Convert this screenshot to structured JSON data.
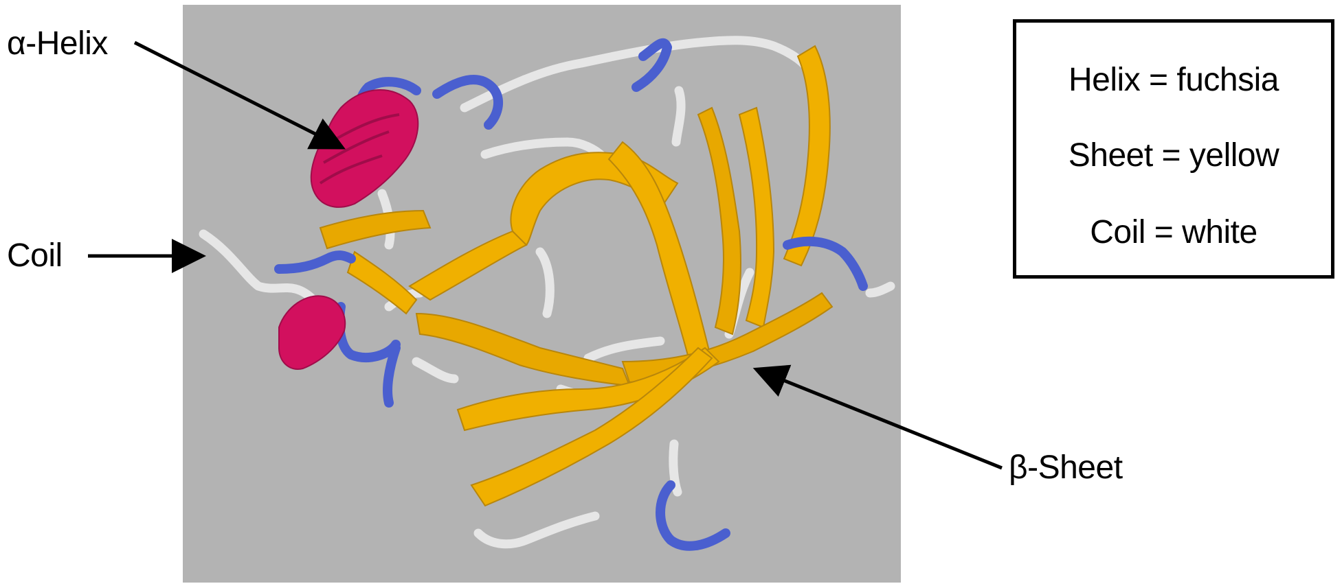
{
  "labels": {
    "helix": "α-Helix",
    "coil": "Coil",
    "sheet": "β-Sheet"
  },
  "legend": {
    "helix": "Helix = fuchsia",
    "sheet": "Sheet = yellow",
    "coil": "Coil = white"
  },
  "colors": {
    "panel_background": "#b3b3b3",
    "helix": "#d2105e",
    "sheet": "#f0b000",
    "sheet_shadow": "#b8860b",
    "coil": "#e6e6e6",
    "turn": "#4a5fcf"
  }
}
